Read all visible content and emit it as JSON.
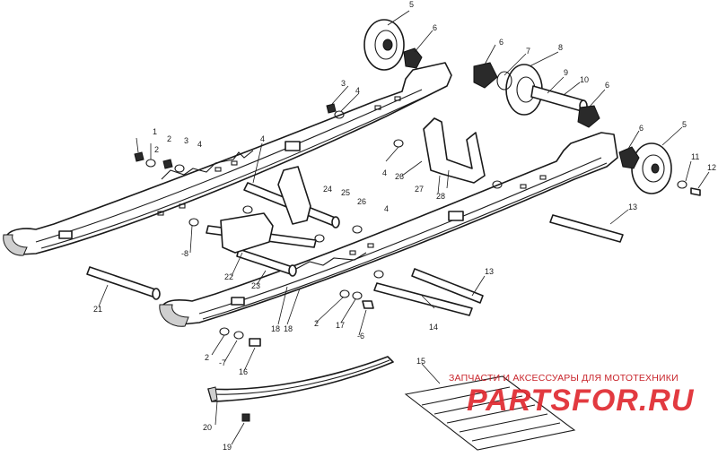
{
  "callouts": [
    "1",
    "2",
    "3",
    "4",
    "3",
    "4",
    "2",
    "4",
    "4",
    "5",
    "6",
    "6",
    "7",
    "8",
    "9",
    "10",
    "6",
    "5",
    "6",
    "11",
    "12",
    "13",
    "13",
    "14",
    "2",
    "17",
    "-6",
    "2",
    "-7",
    "16",
    "18",
    "18",
    "-8",
    "21",
    "22",
    "23",
    "24",
    "25",
    "26",
    "4",
    "26",
    "27",
    "28",
    "19",
    "20",
    "15"
  ],
  "watermark": {
    "caption": "ЗАПЧАСТИ И АКСЕССУАРЫ ДЛЯ МОТОТЕХНИКИ",
    "logo": "PARTSFOR.RU"
  }
}
